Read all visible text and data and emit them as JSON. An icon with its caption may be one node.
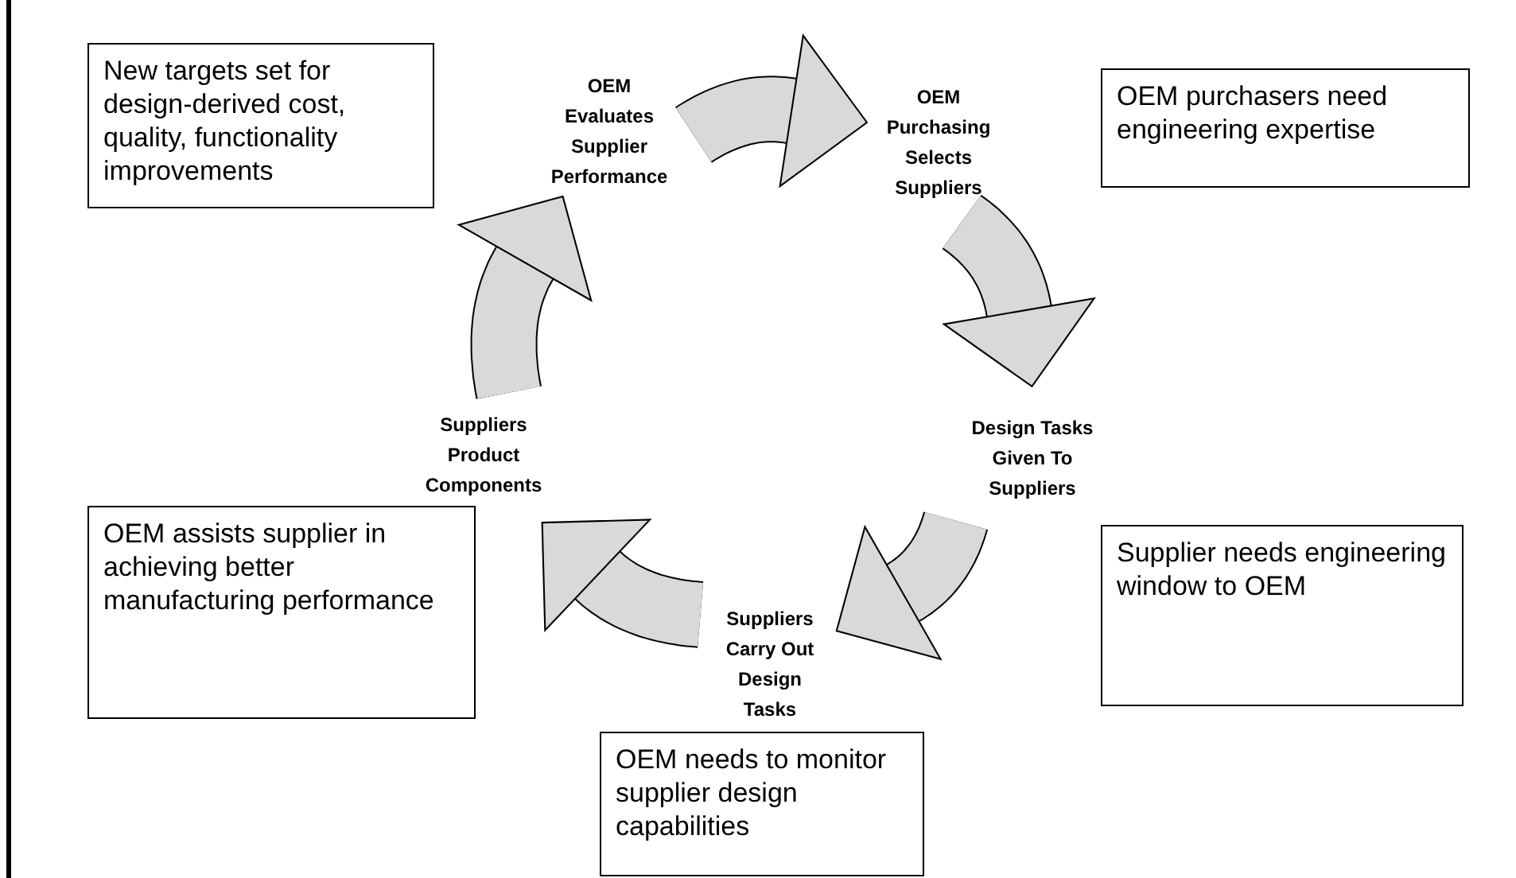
{
  "diagram": {
    "nodes": [
      {
        "text": [
          "New targets set for design-derived cost, quality, functionality improvements"
        ]
      },
      {
        "text": [
          "OEM Evaluates Supplier Performance"
        ]
      },
      {
        "text": [
          "OEM Purchasing Selects Suppliers"
        ]
      },
      {
        "text": [
          "OEM purchasers need engineering expertise"
        ]
      },
      {
        "text": [
          "Design Tasks Given To Suppliers"
        ]
      },
      {
        "text": [
          "Suppliers Product Components"
        ]
      },
      {
        "text": [
          "OEM assists supplier in achieving better manufacturing performance"
        ]
      },
      {
        "text": [
          "Suppliers Carry Out Design Tasks"
        ]
      },
      {
        "text": [
          "Supplier needs engineering window to OEM"
        ]
      },
      {
        "text": [
          "OEM needs to monitor supplier design capabilities"
        ]
      }
    ],
    "edges": [
      {
        "from": 1,
        "to": 2,
        "arrow": "to"
      },
      {
        "from": 2,
        "to": 4,
        "arrow": "to"
      },
      {
        "from": 4,
        "to": 7,
        "arrow": "to"
      },
      {
        "from": 7,
        "to": 5,
        "arrow": "to"
      },
      {
        "from": 5,
        "to": 1,
        "arrow": "to"
      }
    ]
  }
}
